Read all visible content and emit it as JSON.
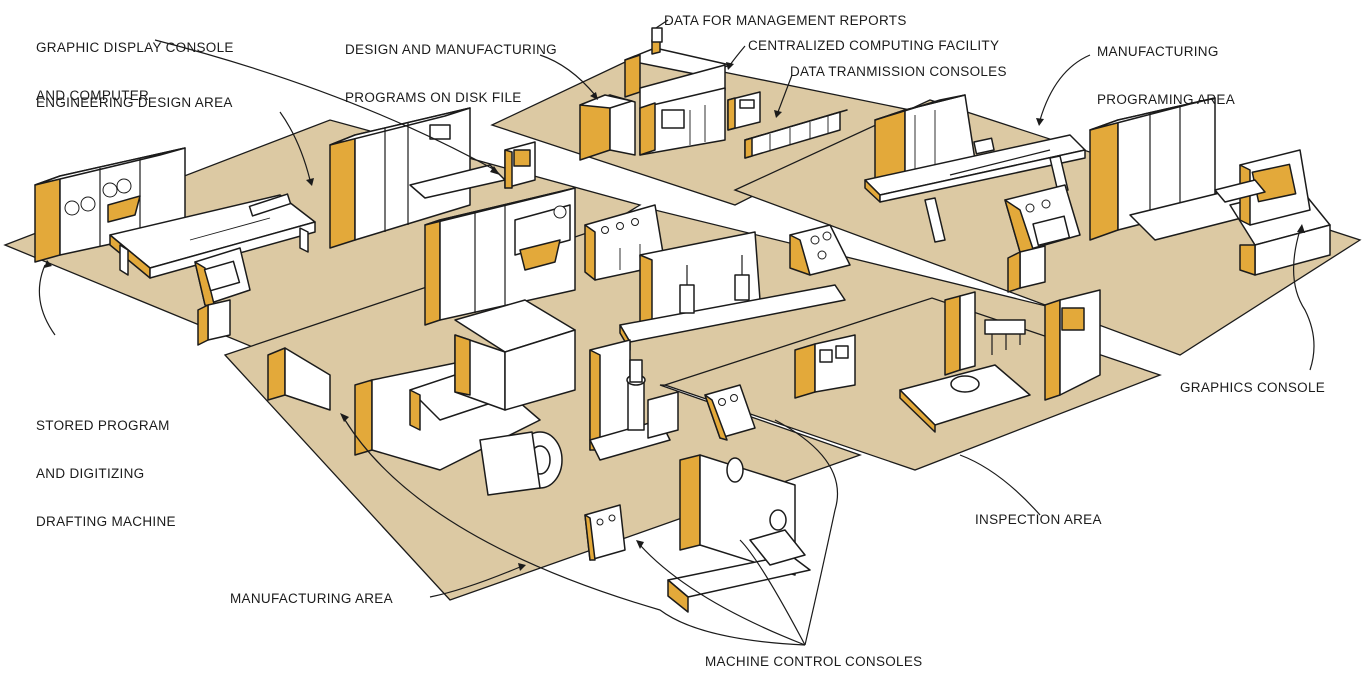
{
  "labels": {
    "graphic_display": [
      "GRAPHIC DISPLAY CONSOLE",
      "AND COMPUTER"
    ],
    "design_programs": [
      "DESIGN AND MANUFACTURING",
      "PROGRAMS ON DISK FILE"
    ],
    "management_reports": "DATA FOR MANAGEMENT REPORTS",
    "centralized_computing": "CENTRALIZED COMPUTING FACILITY",
    "data_transmission": "DATA TRANMISSION CONSOLES",
    "manufacturing_programing": [
      "MANUFACTURING",
      "PROGRAMING AREA"
    ],
    "engineering_design": "ENGINEERING DESIGN AREA",
    "stored_program": [
      "STORED PROGRAM",
      "AND DIGITIZING",
      "DRAFTING MACHINE"
    ],
    "graphics_console": "GRAPHICS CONSOLE",
    "inspection_area": "INSPECTION AREA",
    "manufacturing_area": "MANUFACTURING AREA",
    "machine_control": "MACHINE CONTROL CONSOLES"
  },
  "colors": {
    "floor": "#dcc9a3",
    "accent": "#e3a93a",
    "machine": "#ffffff",
    "ink": "#1b1b1b"
  }
}
